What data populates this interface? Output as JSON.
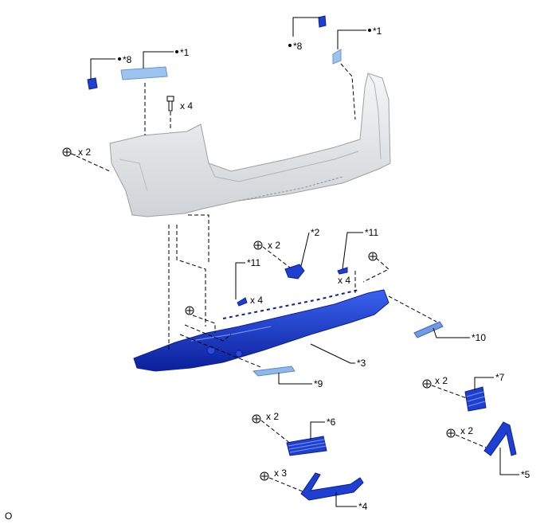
{
  "labels": {
    "p1_left": "*1",
    "p1_right": "*1",
    "p8_left": "*8",
    "p8_right": "*8",
    "p2": "*2",
    "p3": "*3",
    "p4": "*4",
    "p5": "*5",
    "p6": "*6",
    "p7": "*7",
    "p9": "*9",
    "p10": "*10",
    "p11_left": "*11",
    "p11_right": "*11",
    "footer_code": "O"
  },
  "quantities": {
    "bolt_top": "x 4",
    "clip_left_bumper": "x 2",
    "clip_p2": "x 2",
    "clip_p11_left": "x 4",
    "clip_p11_right": "x 4",
    "clip_p7": "x 2",
    "clip_p6": "x 2",
    "clip_p5": "x 2",
    "clip_p4": "x 3"
  },
  "colors": {
    "part_blue": "#1f3fd0",
    "part_blue_dark": "#0a1f9a",
    "part_light_blue": "#8fb8ea",
    "bumper_grey": "#e4e6e8",
    "bumper_edge": "#9aa0a6",
    "line": "#000000"
  },
  "icons": {
    "clip": "push-clip-icon",
    "bolt": "bolt-icon",
    "dot": "marker-dot-icon"
  }
}
